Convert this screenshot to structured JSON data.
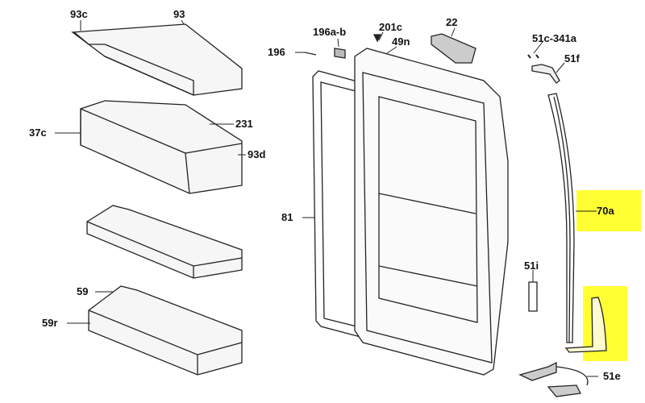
{
  "highlight_color": "#ffff33",
  "labels": {
    "p93c": "93c",
    "p93": "93",
    "p37c": "37c",
    "p231": "231",
    "p93d": "93d",
    "p59": "59",
    "p59r": "59r",
    "p196": "196",
    "p196ab": "196a-b",
    "p201c": "201c",
    "p49n": "49n",
    "p22": "22",
    "p51c": "51c-341a",
    "p51f": "51f",
    "p81": "81",
    "p70a": "70a",
    "p51i": "51i",
    "p51e": "51e"
  }
}
